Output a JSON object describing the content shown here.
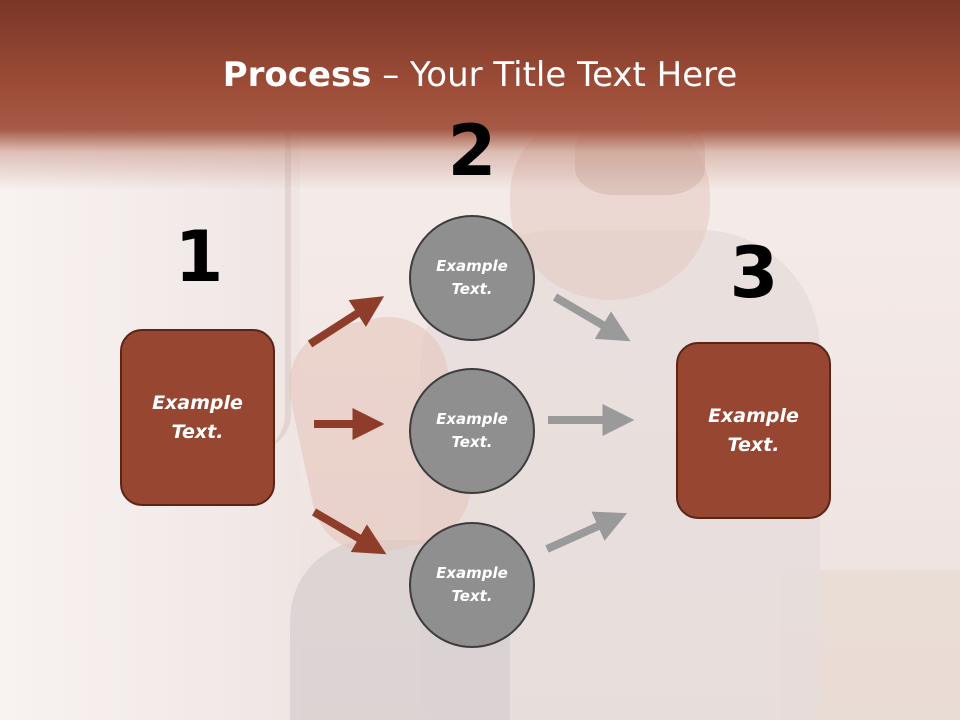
{
  "title": {
    "bold": "Process",
    "rest": " – Your Title Text Here"
  },
  "steps": [
    {
      "number": "1",
      "line1": "Example",
      "line2": "Text."
    },
    {
      "number": "2"
    },
    {
      "number": "3",
      "line1": "Example",
      "line2": "Text."
    }
  ],
  "circles": [
    {
      "line1": "Example",
      "line2": "Text."
    },
    {
      "line1": "Example",
      "line2": "Text."
    },
    {
      "line1": "Example",
      "line2": "Text."
    }
  ],
  "colors": {
    "header": "#9c4c37",
    "box_fill": "#974632",
    "box_border": "#5a2416",
    "circle_fill": "#8f8f8f",
    "circle_border": "#3d3d3d",
    "arrow_brown": "#8e3d2a",
    "arrow_gray": "#9a9a9a"
  }
}
